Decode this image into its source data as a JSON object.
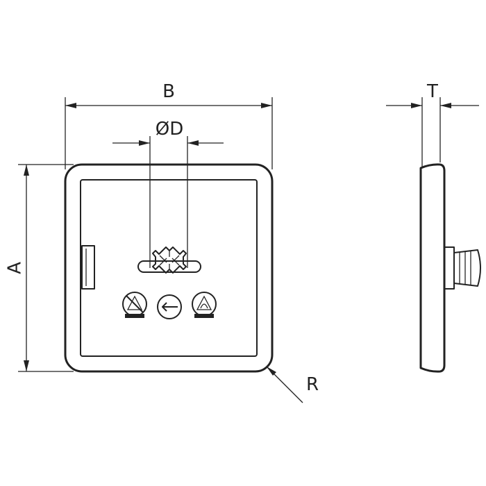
{
  "labels": {
    "a": "A",
    "b": "B",
    "d": "ØD",
    "t": "T",
    "r": "R"
  },
  "colors": {
    "line": "#222222",
    "background": "#ffffff"
  },
  "icons": [
    "esd-prohibited-icon",
    "arrow-left-circle-icon",
    "esd-symbol-icon"
  ]
}
